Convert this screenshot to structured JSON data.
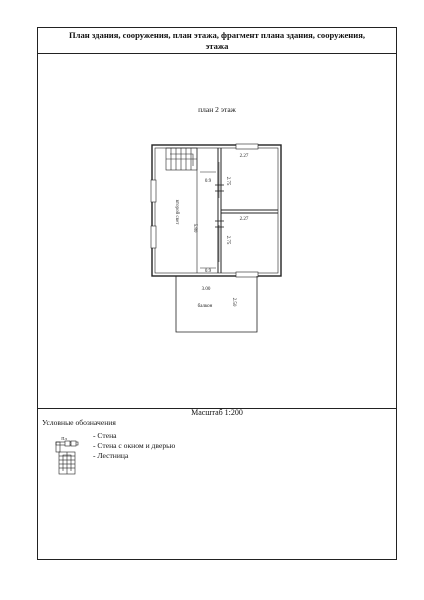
{
  "header": {
    "line1": "План здания, сооружения, план этажа, фрагмент плана здания, сооружения,",
    "line2": "этажа"
  },
  "plan": {
    "title": "план 2 этаж",
    "labels": {
      "second_light": "второй свет",
      "balcony": "балкон",
      "room_top_width": "2.27",
      "room_bottom_width": "2.27",
      "room_top_height": "2.75",
      "room_bottom_height": "2.75",
      "corridor_length": "5.80",
      "corridor_top": "0.9",
      "corridor_bottom": "0.9",
      "balcony_width": "3.00",
      "balcony_depth": "2.50"
    }
  },
  "scale": "Масштаб 1:200",
  "legend": {
    "title": "Условные обозначения",
    "window_door_label": "Пл",
    "items": [
      "- Стена",
      "- Стена с окном и дверью",
      "- Лестница"
    ]
  }
}
